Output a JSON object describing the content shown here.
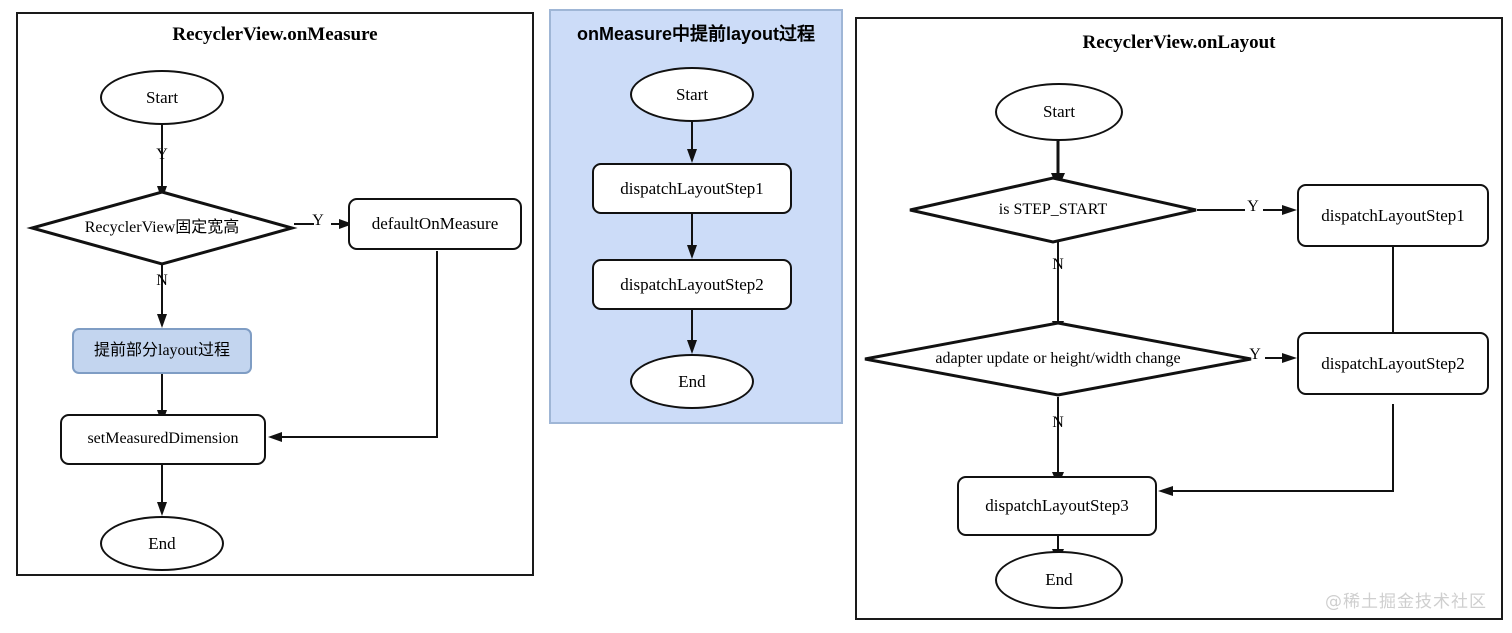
{
  "diagram": {
    "kind": "flowchart",
    "watermark": "@稀土掘金技术社区"
  },
  "panels": {
    "measure": {
      "title": "RecyclerView.onMeasure",
      "nodes": {
        "start": "Start",
        "decision_fixed_size": "RecyclerView固定宽高",
        "default_on_measure": "defaultOnMeasure",
        "partial_layout": "提前部分layout过程",
        "set_measured_dimension": "setMeasuredDimension",
        "end": "End"
      },
      "edges": {
        "start_to_decision": "Y",
        "decision_yes": "Y",
        "decision_no": "N"
      }
    },
    "premeasure": {
      "title": "onMeasure中提前layout过程",
      "nodes": {
        "start": "Start",
        "step1": "dispatchLayoutStep1",
        "step2": "dispatchLayoutStep2",
        "end": "End"
      }
    },
    "layout": {
      "title": "RecyclerView.onLayout",
      "nodes": {
        "start": "Start",
        "decision_step_start": "is STEP_START",
        "step1": "dispatchLayoutStep1",
        "decision_adapter_update": "adapter update or height/width change",
        "step2": "dispatchLayoutStep2",
        "step3": "dispatchLayoutStep3",
        "end": "End"
      },
      "edges": {
        "step_start_yes": "Y",
        "step_start_no": "N",
        "adapter_yes": "Y",
        "adapter_no": "N"
      }
    }
  },
  "colors": {
    "accent_fill": "#c3d5ef",
    "accent_border": "#7f9dc4",
    "panel_blue_bg": "#ccdcf8",
    "stroke": "#111111",
    "watermark": "#cfcfcf"
  }
}
